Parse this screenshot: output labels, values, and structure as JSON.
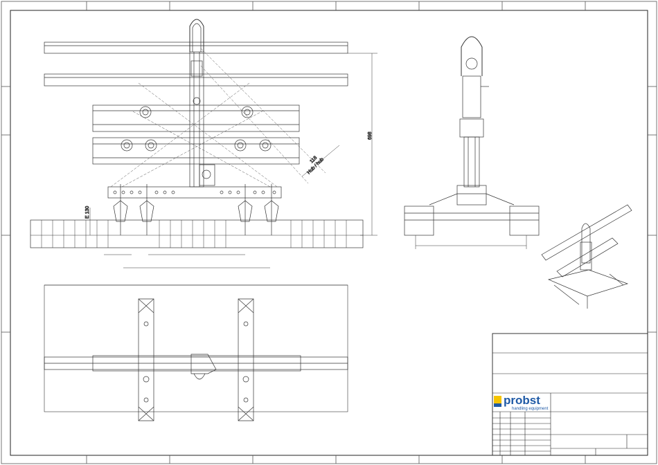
{
  "drawing": {
    "dimensions": {
      "overall_height": "698",
      "stroke_label_1": "118",
      "stroke_label_2": "Hub / hub",
      "clamp_height": "E 130"
    },
    "title_block": {
      "brand": "probst",
      "tagline": "handling equipment",
      "brand_colors": {
        "blue": "#1f5aa6",
        "yellow": "#f5c400"
      }
    }
  }
}
